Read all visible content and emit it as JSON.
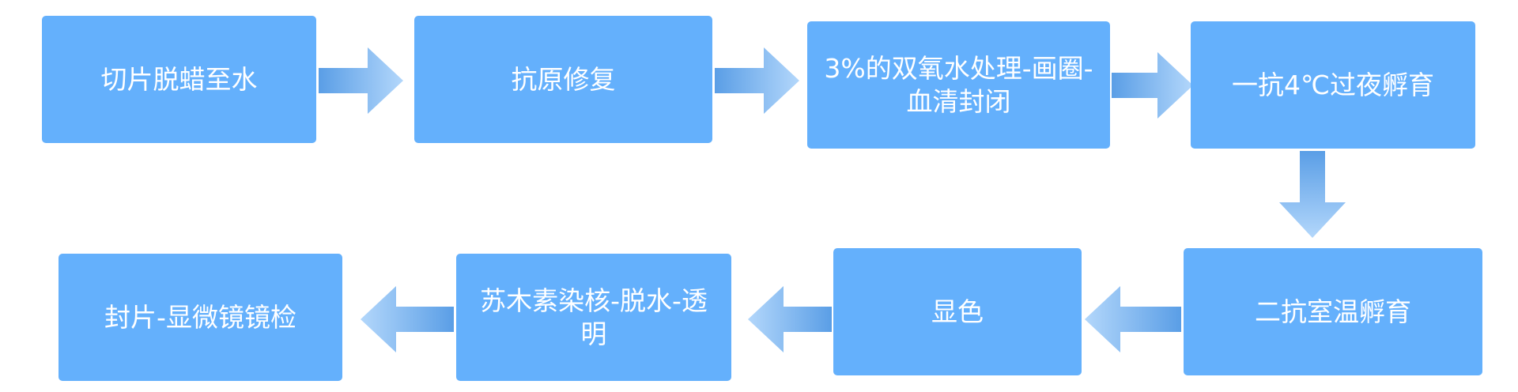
{
  "colors": {
    "box_fill": "#64b0fc",
    "text": "#ffffff",
    "arrow_dark": "#5a9ee6",
    "arrow_light": "#b3d7fb"
  },
  "steps": [
    {
      "label": "切片脱蜡至水"
    },
    {
      "label": "抗原修复"
    },
    {
      "label": "3%的双氧水处理-画圈-血清封闭"
    },
    {
      "label": "一抗4℃过夜孵育"
    },
    {
      "label": "二抗室温孵育"
    },
    {
      "label": "显色"
    },
    {
      "label": "苏木素染核-脱水-透明"
    },
    {
      "label": "封片-显微镜镜检"
    }
  ]
}
